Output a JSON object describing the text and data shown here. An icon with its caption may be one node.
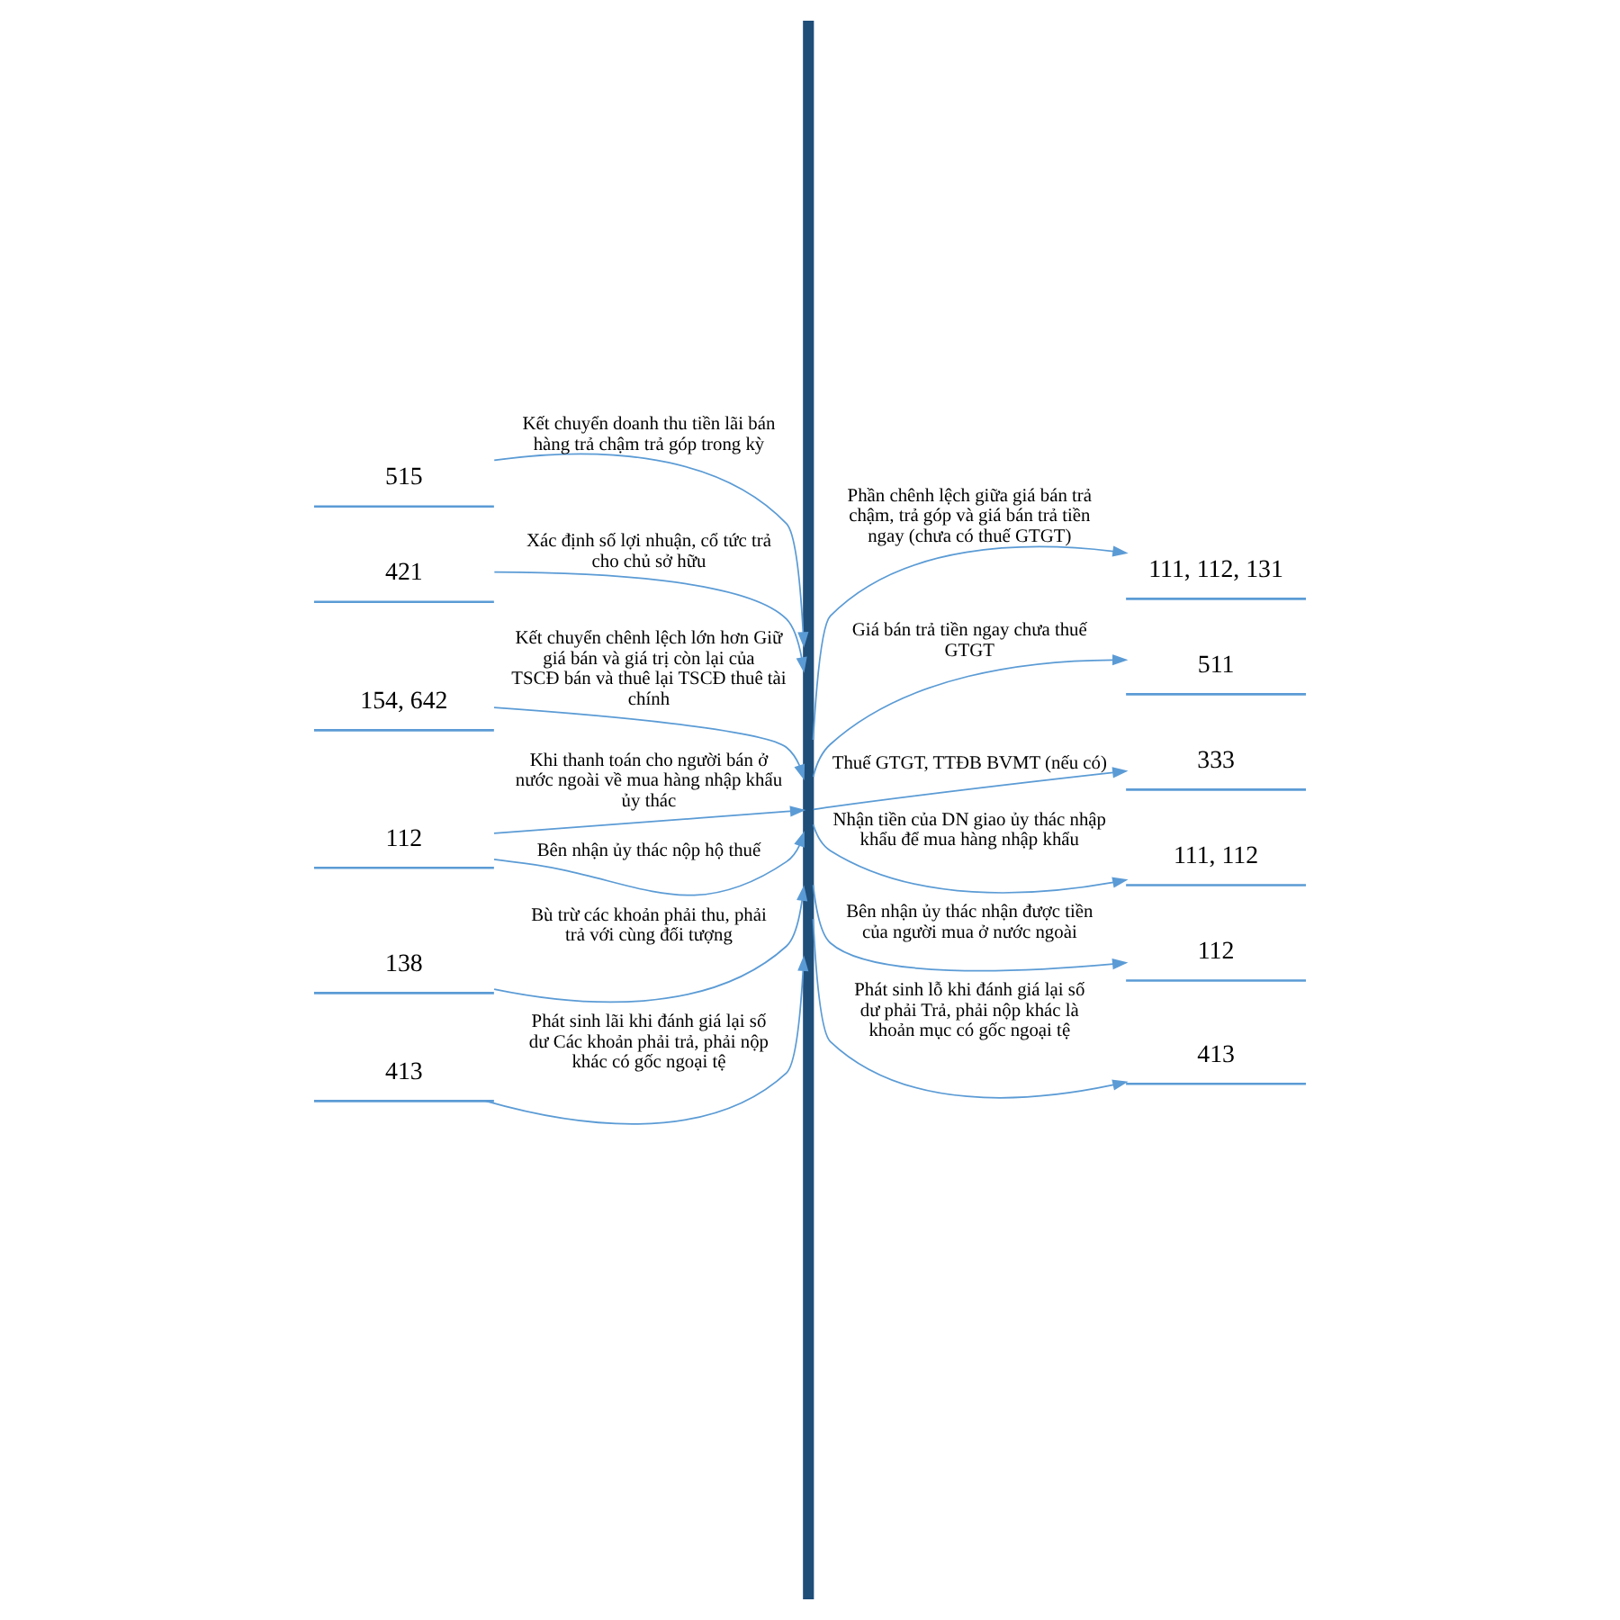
{
  "diagram": {
    "nodes": [
      {
        "text": [
          "515"
        ]
      },
      {
        "text": [],
        "shape": "bar"
      },
      {
        "text": [
          "111, 112, 131"
        ]
      },
      {
        "text": [
          "421"
        ]
      },
      {
        "text": [
          "511"
        ]
      },
      {
        "text": [
          "333"
        ]
      },
      {
        "text": [
          "154, 642"
        ]
      },
      {
        "text": [
          "111, 112"
        ]
      },
      {
        "text": [
          "112"
        ]
      },
      {
        "text": [
          "112"
        ]
      },
      {
        "text": [
          "138"
        ]
      },
      {
        "text": [
          "413"
        ]
      },
      {
        "text": [
          "413"
        ]
      }
    ],
    "edges": [
      {
        "from": 0,
        "to": 1,
        "arrow": "to",
        "label": "Kết chuyển doanh thu tiền lãi bán hàng trả chậm trả góp trong kỳ"
      },
      {
        "from": 1,
        "to": 2,
        "arrow": "to",
        "label": "Phần chênh lệch giữa giá bán trả chậm, trả góp và giá bán trả tiền ngay (chưa có thuế GTGT)"
      },
      {
        "from": 3,
        "to": 1,
        "arrow": "to",
        "label": "Xác định số lợi nhuận, cổ tức trả cho chủ sở hữu"
      },
      {
        "from": 1,
        "to": 4,
        "arrow": "to",
        "label": "Giá bán trả tiền ngay chưa thuế GTGT"
      },
      {
        "from": 1,
        "to": 5,
        "arrow": "to",
        "label": "Thuế GTGT, TTĐB BVMT (nếu có)"
      },
      {
        "from": 6,
        "to": 1,
        "arrow": "to",
        "label": "Kết chuyển chênh lệch lớn hơn Giữ giá bán và giá trị còn lại của TSCĐ bán và thuê lại TSCĐ thuê tài chính"
      },
      {
        "from": 1,
        "to": 7,
        "arrow": "to",
        "label": "Nhận tiền của DN giao ủy thác nhập khẩu để mua hàng nhập khẩu"
      },
      {
        "from": 8,
        "to": 1,
        "arrow": "to",
        "label": "Khi thanh toán cho người bán ở nước ngoài về mua hàng nhập khẩu ủy thác"
      },
      {
        "from": 8,
        "to": 1,
        "arrow": "to",
        "label": "Bên nhận ủy thác nộp hộ thuế"
      },
      {
        "from": 1,
        "to": 9,
        "arrow": "to",
        "label": "Bên nhận ủy thác nhận được tiền của người mua ở nước ngoài"
      },
      {
        "from": 10,
        "to": 1,
        "arrow": "to",
        "label": "Bù trừ các khoản phải thu, phải trả với cùng đối tượng"
      },
      {
        "from": 1,
        "to": 11,
        "arrow": "to",
        "label": "Phát sinh lỗ khi đánh giá lại số dư phải Trả, phải nộp khác là khoản mục có gốc ngoại tệ"
      },
      {
        "from": 12,
        "to": 1,
        "arrow": "to",
        "label": "Phát sinh lãi khi đánh giá lại số dư Các khoản phải trả, phải nộp khác có gốc ngoại tệ"
      }
    ]
  }
}
